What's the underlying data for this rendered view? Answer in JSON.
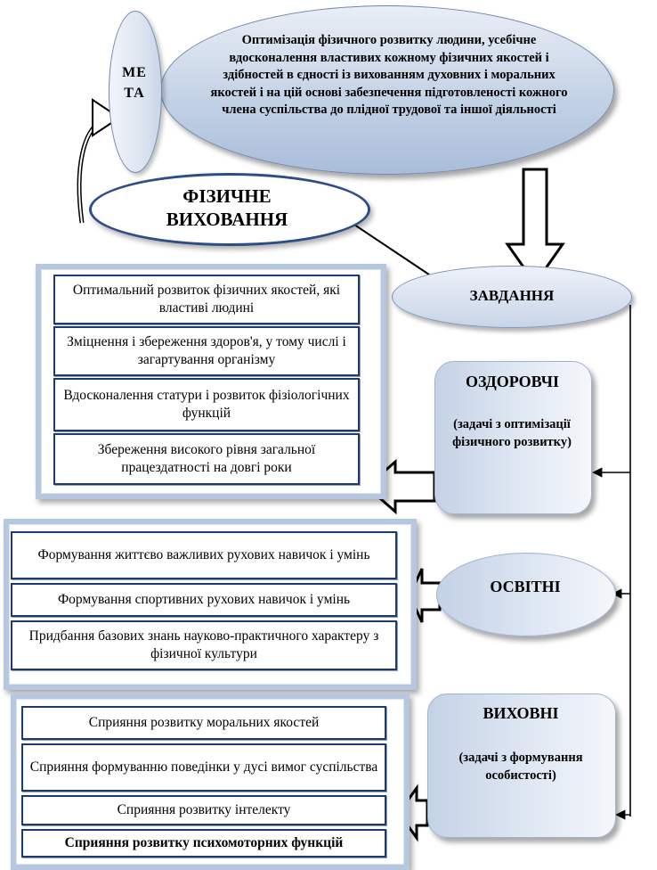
{
  "goal": {
    "label": "МЕТА",
    "text": "Оптимізація фізичного розвитку людини, усебічне вдосконалення властивих кожному фізичних якостей і здібностей в єдності із вихованням духовних і моральних якостей і на цій основі забезпечення підготовленості кожного члена суспільства до плідної трудової та іншої діяльності"
  },
  "physical_education": "ФІЗИЧНЕ ВИХОВАННЯ",
  "tasks": "ЗАВДАННЯ",
  "health": {
    "title": "ОЗДОРОВЧІ",
    "subtitle": "(задачі з оптимізації фізичного розвитку)",
    "items": [
      "Оптимальний розвиток фізичних якостей, які властиві людині",
      "Зміцнення і збереження здоров'я, у тому числі і загартування організму",
      "Вдосконалення статури і розвиток фізіологічних функцій",
      "Збереження високого рівня загальної працездатності на довгі роки"
    ]
  },
  "educational": {
    "title": "ОСВІТНІ",
    "items": [
      "Формування життєво важливих рухових навичок і умінь",
      "Формування спортивних рухових навичок і умінь",
      "Придбання базових знань науково-практичного характеру з фізичної культури"
    ]
  },
  "upbringing": {
    "title": "ВИХОВНІ",
    "subtitle": "(задачі з формування особистості)",
    "items": [
      "Сприяння розвитку моральних якостей",
      "Сприяння формуванню поведінки у дусі вимог суспільства",
      "Сприяння розвитку інтелекту",
      "Сприяння розвитку психомоторних функцій"
    ]
  },
  "colors": {
    "accent": "#2c4d86",
    "shape_fill": "#c4d2e6",
    "item_border": "#1f3a6e"
  }
}
